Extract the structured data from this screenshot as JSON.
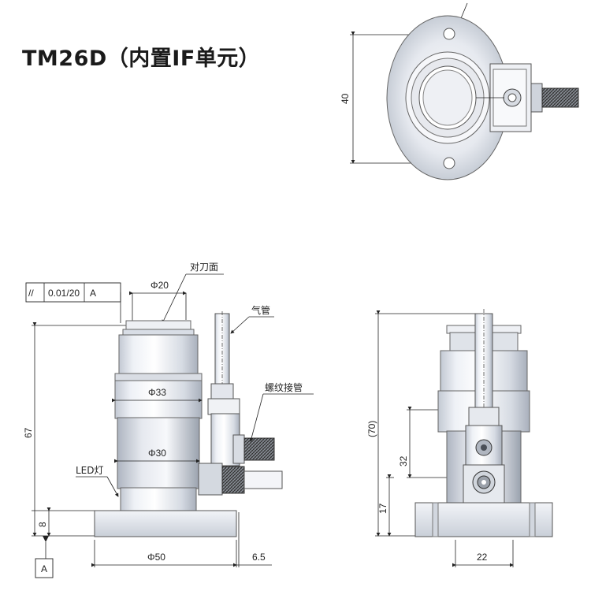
{
  "title": "TM26D（内置IF单元）",
  "top_view": {
    "dim_height": "40"
  },
  "front_view": {
    "tolerance_symbol": "//",
    "tolerance_value": "0.01/20",
    "tolerance_datum": "A",
    "label_cutting_face": "对刀面",
    "label_air_tube": "气管",
    "label_threaded_fitting": "螺纹接管",
    "label_led": "LED灯",
    "dim_phi20": "Φ20",
    "dim_phi33": "Φ33",
    "dim_phi30": "Φ30",
    "dim_phi50": "Φ50",
    "dim_height_67": "67",
    "dim_base_8": "8",
    "dim_offset_6_5": "6.5",
    "datum_label": "A"
  },
  "side_view": {
    "dim_height_70": "(70)",
    "dim_32": "32",
    "dim_17": "17",
    "dim_22": "22"
  },
  "colors": {
    "body_gradient_light": "#f4f6fa",
    "body_gradient_dark": "#b9c0cc",
    "line": "#222222"
  }
}
